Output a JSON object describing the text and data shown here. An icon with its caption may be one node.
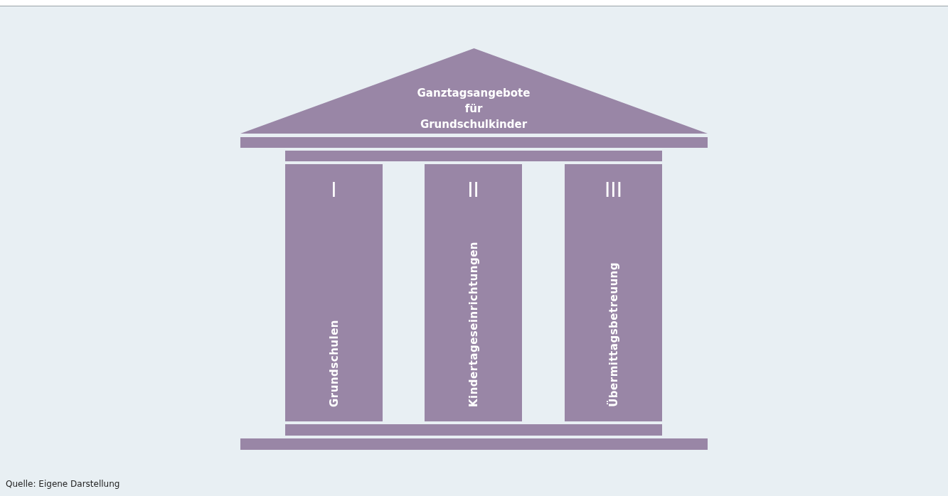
{
  "diagram": {
    "caption": "Quelle: Eigene Darstellung",
    "nodes": [
      {
        "text": [
          "Ganztagsangebote für Grundschulkinder"
        ]
      },
      {
        "text": [],
        "shape": "bar"
      },
      {
        "text": [],
        "shape": "bar"
      },
      {
        "text": [
          "I",
          "Grundschulen"
        ]
      },
      {
        "text": [
          "II",
          "Kindertageseinrichtungen"
        ]
      },
      {
        "text": [
          "III",
          "Übermittagsbetreuung"
        ]
      },
      {
        "text": [],
        "shape": "bar"
      },
      {
        "text": [],
        "shape": "bar"
      }
    ],
    "edges": []
  }
}
